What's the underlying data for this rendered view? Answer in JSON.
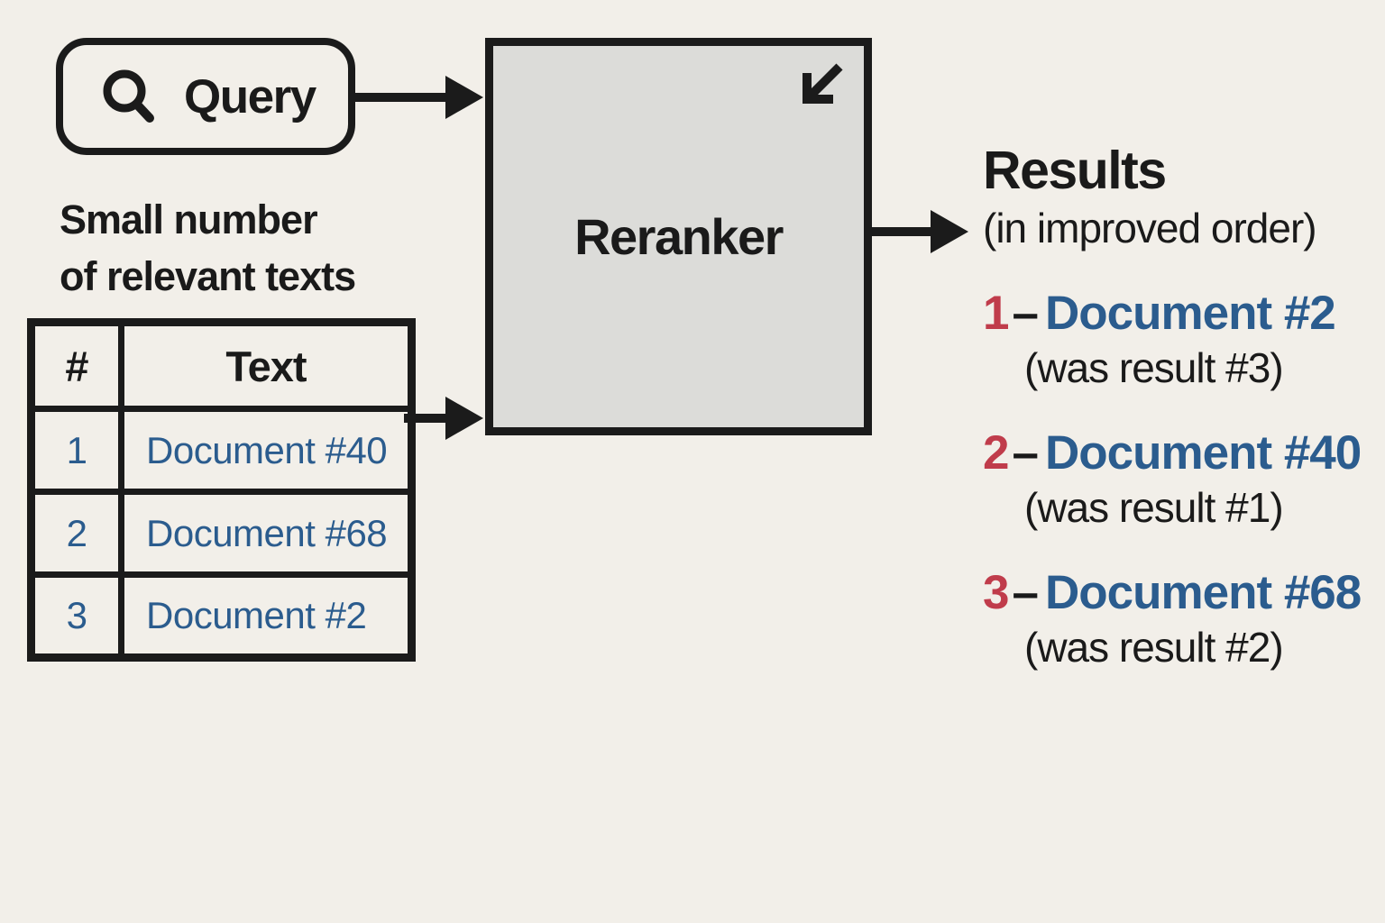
{
  "query_box": {
    "label": "Query",
    "icon": "search-icon"
  },
  "input_label": {
    "text": "Small number\nof relevant texts"
  },
  "table": {
    "headers": [
      "#",
      "Text"
    ],
    "rows": [
      {
        "num": "1",
        "text": "Document #40"
      },
      {
        "num": "2",
        "text": "Document #68"
      },
      {
        "num": "3",
        "text": "Document #2"
      }
    ]
  },
  "reranker": {
    "label": "Reranker",
    "icon": "arrow-down-left-icon"
  },
  "results": {
    "title": "Results",
    "subtitle": "(in improved order)",
    "separator": "–",
    "items": [
      {
        "rank": "1",
        "doc": "Document #2",
        "note": "(was result #3)"
      },
      {
        "rank": "2",
        "doc": "Document #40",
        "note": "(was result #1)"
      },
      {
        "rank": "3",
        "doc": "Document #68",
        "note": "(was result #2)"
      }
    ]
  },
  "colors": {
    "background": "#f2efe9",
    "box_fill": "#dcdcd9",
    "line_black": "#1b1b1b",
    "doc_blue": "#2b5c8e",
    "rank_red": "#c03c4b"
  }
}
